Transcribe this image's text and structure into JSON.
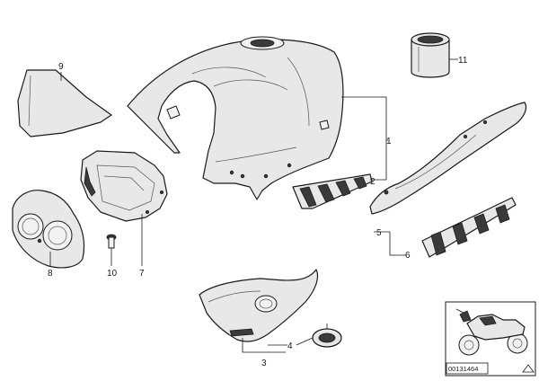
{
  "callouts": {
    "c1": "1",
    "c2": "2",
    "c3": "3",
    "c4": "4",
    "c5": "5",
    "c6": "6",
    "c7": "7",
    "c8": "8",
    "c9": "9",
    "c10": "10",
    "c11": "11"
  },
  "inset": {
    "reference_number": "00131464"
  }
}
